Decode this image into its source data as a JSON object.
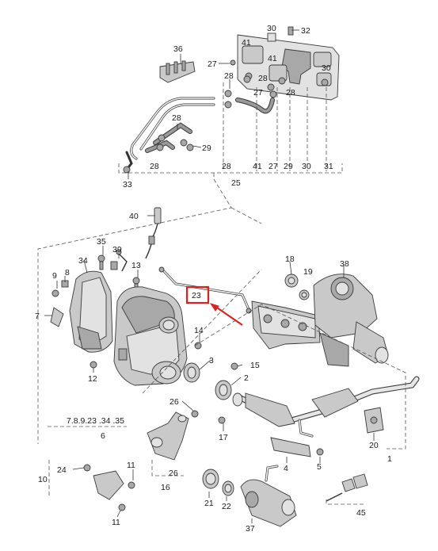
{
  "labels": {
    "p1": "1",
    "p2": "2",
    "p3": "3",
    "p4": "4",
    "p5": "5",
    "p6": "6",
    "p7": "7",
    "p8": "8",
    "p9": "9",
    "p10": "10",
    "p11a": "11",
    "p11b": "11",
    "p12": "12",
    "p13": "13",
    "p14": "14",
    "p15": "15",
    "p16": "16",
    "p17": "17",
    "p18": "18",
    "p19": "19",
    "p20": "20",
    "p21": "21",
    "p22": "22",
    "p23": "23",
    "p24": "24",
    "p25": "25",
    "p26a": "26",
    "p26b": "26",
    "p27a": "27",
    "p27b": "27",
    "p27c": "27",
    "p28a": "28",
    "p28b": "28",
    "p28c": "28",
    "p28d": "28",
    "p28e": "28",
    "p28f": "28",
    "p29a": "29",
    "p29b": "29",
    "p30a": "30",
    "p30b": "30",
    "p30c": "30",
    "p31": "31",
    "p32": "32",
    "p33": "33",
    "p34": "34",
    "p35": "35",
    "p36": "36",
    "p37": "37",
    "p38": "38",
    "p39": "39",
    "p40": "40",
    "p41a": "41",
    "p41b": "41",
    "p41c": "41",
    "p45": "45",
    "group6": "7.8.9.23  .34  .35"
  },
  "highlight": {
    "label": "23",
    "color": "#e0201f"
  }
}
